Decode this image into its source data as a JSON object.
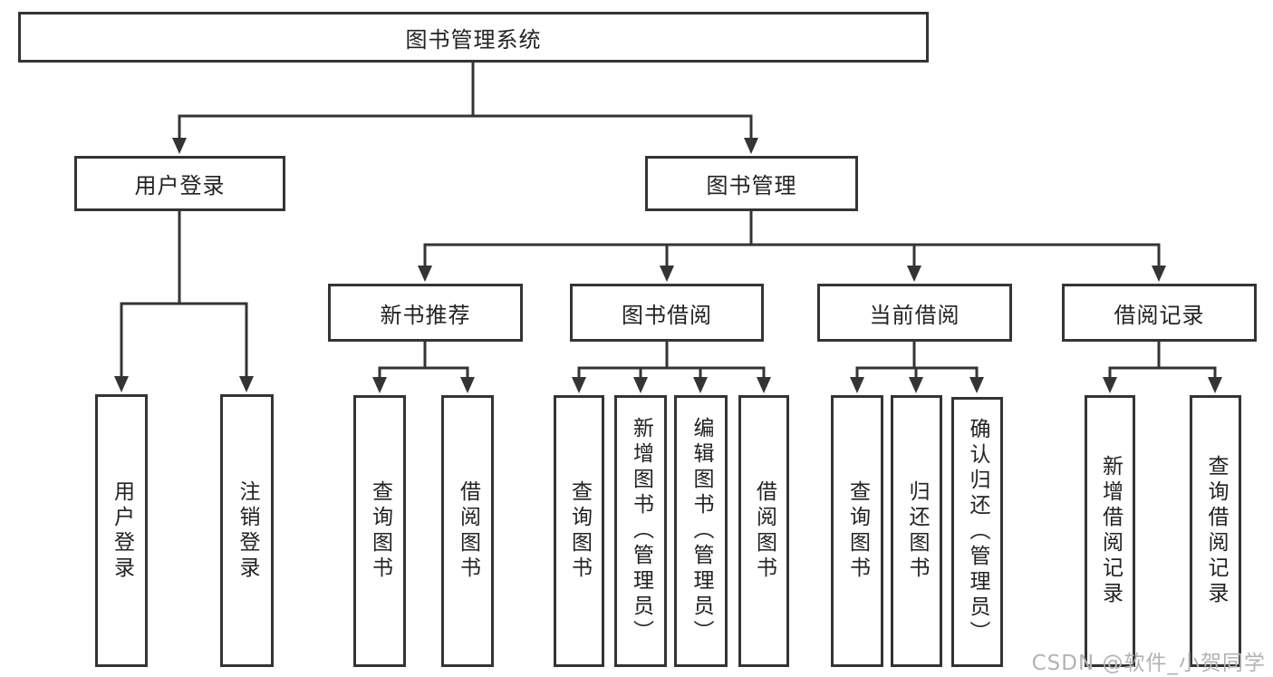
{
  "diagram": {
    "title": "图书管理系统",
    "level2": [
      {
        "label": "用户登录"
      },
      {
        "label": "图书管理"
      }
    ],
    "level3": [
      {
        "label": "新书推荐"
      },
      {
        "label": "图书借阅"
      },
      {
        "label": "当前借阅"
      },
      {
        "label": "借阅记录"
      }
    ],
    "leaves": {
      "user_login": [
        {
          "label": "用户登录"
        },
        {
          "label": "注销登录"
        }
      ],
      "new_books": [
        {
          "label": "查询图书"
        },
        {
          "label": "借阅图书"
        }
      ],
      "book_borrow": [
        {
          "label": "查询图书"
        },
        {
          "label": "新增图书（管理员）"
        },
        {
          "label": "编辑图书（管理员）"
        },
        {
          "label": "借阅图书"
        }
      ],
      "current_borrow": [
        {
          "label": "查询图书"
        },
        {
          "label": "归还图书"
        },
        {
          "label": "确认归还（管理员）"
        }
      ],
      "borrow_records": [
        {
          "label": "新增借阅记录"
        },
        {
          "label": "查询借阅记录"
        }
      ]
    },
    "watermark": "CSDN @软件_小贺同学"
  },
  "colors": {
    "line": "#343434",
    "text": "#222222",
    "watermark": "#b3b3b3",
    "background": "#ffffff"
  }
}
